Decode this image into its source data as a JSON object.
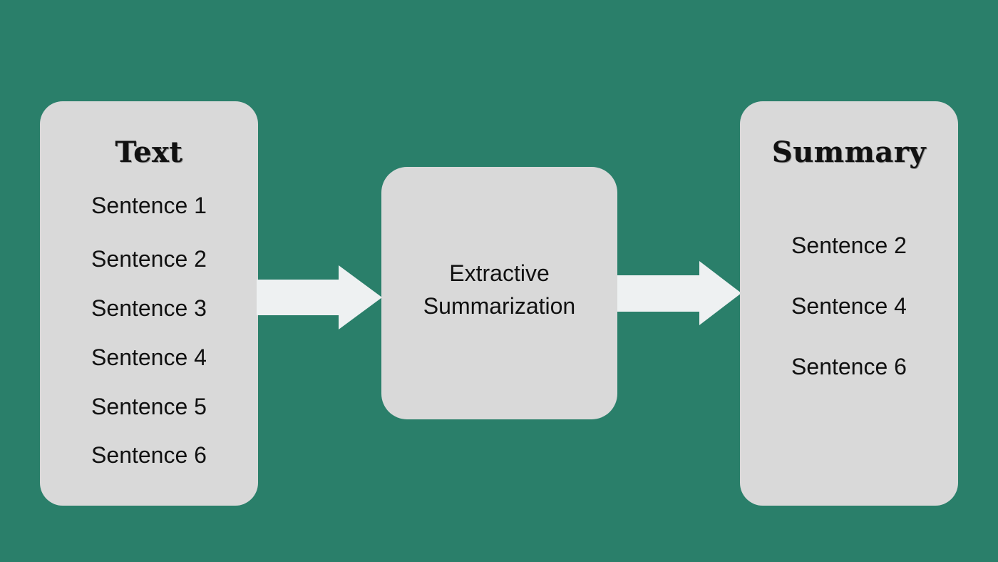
{
  "input_panel": {
    "title": "Text",
    "sentences": [
      "Sentence 1",
      "Sentence 2",
      "Sentence 3",
      "Sentence 4",
      "Sentence 5",
      "Sentence 6"
    ]
  },
  "process_panel": {
    "label_line1": "Extractive",
    "label_line2": "Summarization"
  },
  "output_panel": {
    "title": "Summary",
    "sentences": [
      "Sentence 2",
      "Sentence 4",
      "Sentence 6"
    ]
  },
  "colors": {
    "background": "#2a7f6a",
    "panel": "#d9d9d9",
    "arrow": "#eef1f2",
    "text": "#111111"
  }
}
